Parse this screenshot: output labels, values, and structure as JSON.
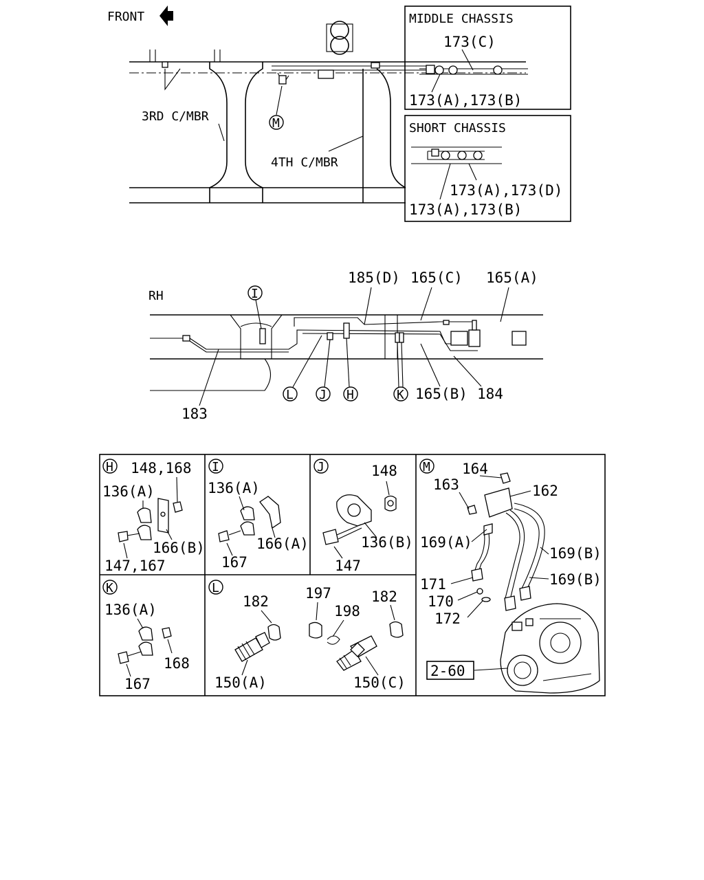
{
  "top_view": {
    "front_label": "FRONT",
    "third_member": "3RD C/MBR",
    "fourth_member": "4TH C/MBR",
    "callout_m": "M",
    "middle_chassis": {
      "title": "MIDDLE CHASSIS",
      "label_top": "173(C)",
      "label_bottom": "173(A),173(B)"
    },
    "short_chassis": {
      "title": "SHORT CHASSIS",
      "label_1": "173(A),173(D)",
      "label_2": "173(A),173(B)"
    }
  },
  "rh_view": {
    "side_label": "RH",
    "callouts": [
      "I",
      "L",
      "J",
      "H",
      "K"
    ],
    "labels": {
      "p185d": "185(D)",
      "p165c": "165(C)",
      "p165a": "165(A)",
      "p165b": "165(B)",
      "p184": "184",
      "p183": "183"
    }
  },
  "details": {
    "H": {
      "letter": "H",
      "labels": [
        "148,168",
        "136(A)",
        "166(B)",
        "147,167"
      ]
    },
    "I": {
      "letter": "I",
      "labels": [
        "136(A)",
        "166(A)",
        "167"
      ]
    },
    "J": {
      "letter": "J",
      "labels": [
        "148",
        "136(B)",
        "147"
      ]
    },
    "M": {
      "letter": "M",
      "labels": [
        "164",
        "163",
        "162",
        "169(A)",
        "169(B)",
        "169(B)",
        "171",
        "170",
        "172",
        "2-60"
      ]
    },
    "K": {
      "letter": "K",
      "labels": [
        "136(A)",
        "168",
        "167"
      ]
    },
    "L": {
      "letter": "L",
      "labels": [
        "182",
        "197",
        "198",
        "182",
        "150(A)",
        "150(C)"
      ]
    }
  }
}
